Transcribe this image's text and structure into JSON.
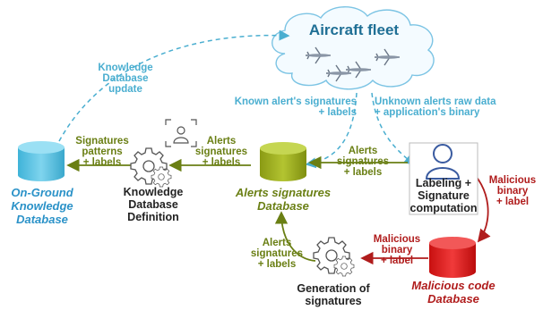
{
  "cloud": {
    "title": "Aircraft fleet"
  },
  "databases": {
    "on_ground": "On-Ground\nKnowledge\nDatabase",
    "alerts": "Alerts signatures\nDatabase",
    "malicious": "Malicious code\nDatabase"
  },
  "processes": {
    "knowledge_def": "Knowledge\nDatabase\nDefinition",
    "labeling": "Labeling +\nSignature\ncomputation",
    "generation": "Generation of\nsignatures"
  },
  "edge_labels": {
    "kb_update": "Knowledge\nDatabase\nupdate",
    "known_alerts": "Known alert's signatures\n+ labels",
    "unknown_alerts": "Unknown alerts raw data\n+ application's binary",
    "sig_patterns": "Signatures\npatterns\n+ labels",
    "alerts_sig_1": "Alerts\nsignatures\n+ labels",
    "alerts_sig_2": "Alerts\nsignatures\n+ labels",
    "alerts_sig_3": "Alerts\nsignatures\n+ labels",
    "malicious_1": "Malicious\nbinary\n+ label",
    "malicious_2": "Malicious\nbinary\n+ label"
  },
  "colors": {
    "teal": "#4aaed0",
    "olive": "#6a7f14",
    "red": "#b01c1c",
    "cylinder_blue": "#56c3e4",
    "cylinder_olive": "#9aac1e",
    "cylinder_red": "#e01c1c"
  },
  "icons": [
    "cloud-icon",
    "airplane-icon",
    "database-icon",
    "gear-icon",
    "user-icon"
  ]
}
